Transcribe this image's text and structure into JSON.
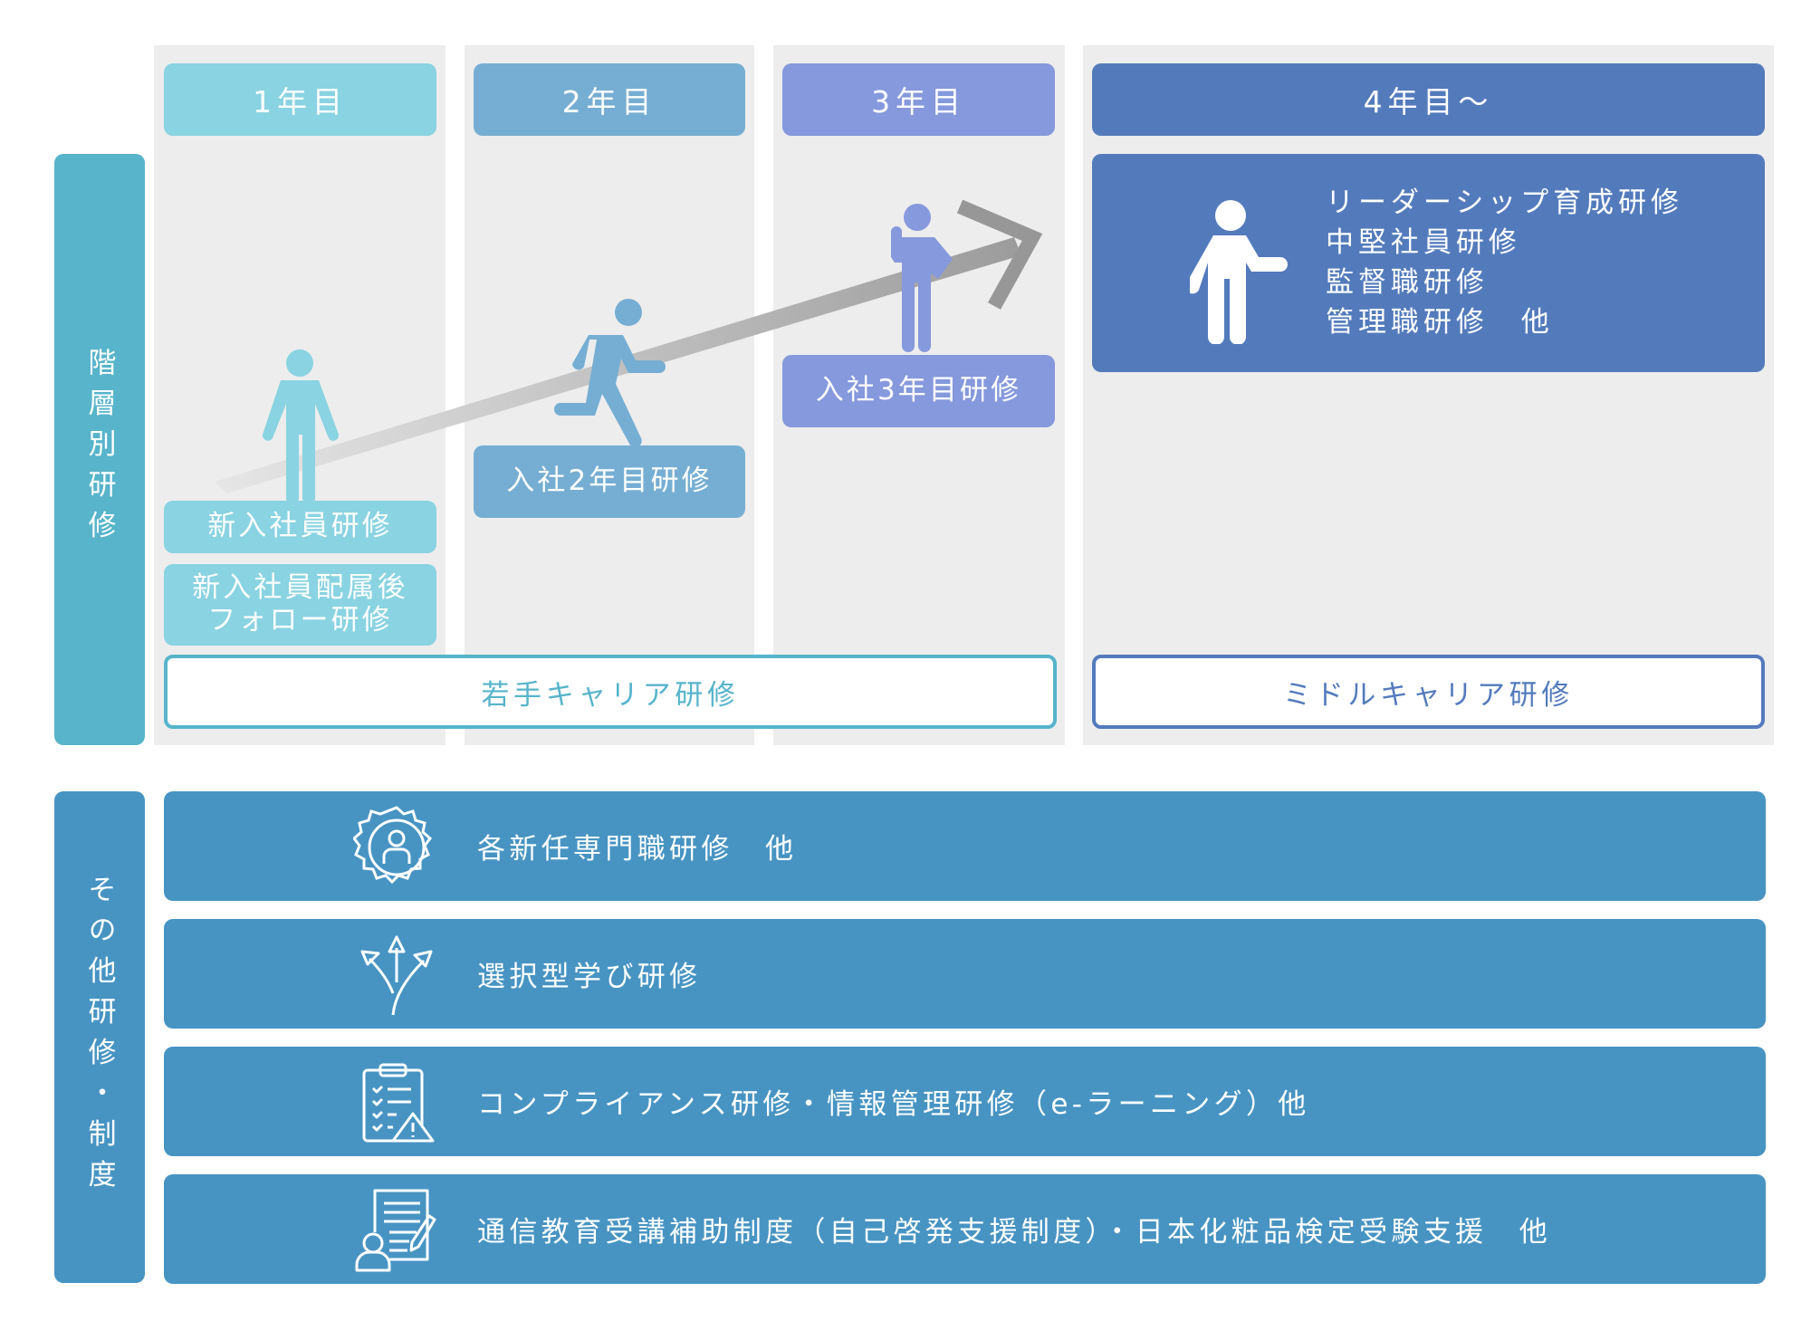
{
  "sections": {
    "hierarchical_label": "階層別研修",
    "other_label": "その他研修・制度"
  },
  "years": [
    {
      "label": "1年目",
      "color": "#89d3e2"
    },
    {
      "label": "2年目",
      "color": "#76aed3"
    },
    {
      "label": "3年目",
      "color": "#8599dc"
    },
    {
      "label": "4年目～",
      "color": "#537bbc"
    }
  ],
  "programs": {
    "year1": [
      "新入社員研修",
      "新入社員配属後",
      "フォロー研修"
    ],
    "year2": "入社2年目研修",
    "year3": "入社3年目研修",
    "year4": [
      "リーダーシップ育成研修",
      "中堅社員研修",
      "監督職研修",
      "管理職研修　他"
    ]
  },
  "career": {
    "young": "若手キャリア研修",
    "middle": "ミドルキャリア研修"
  },
  "other_rows": [
    {
      "icon": "badge-person-icon",
      "label": "各新任専門職研修　他"
    },
    {
      "icon": "branching-arrows-icon",
      "label": "選択型学び研修"
    },
    {
      "icon": "checklist-warning-icon",
      "label": "コンプライアンス研修・情報管理研修（e-ラーニング）他"
    },
    {
      "icon": "document-person-pen-icon",
      "label": "通信教育受講補助制度（自己啓発支援制度）・日本化粧品検定受験支援　他"
    }
  ],
  "colors": {
    "side": "#57b4cb",
    "rows": "#4794c3",
    "column_bg": "#ededed"
  }
}
